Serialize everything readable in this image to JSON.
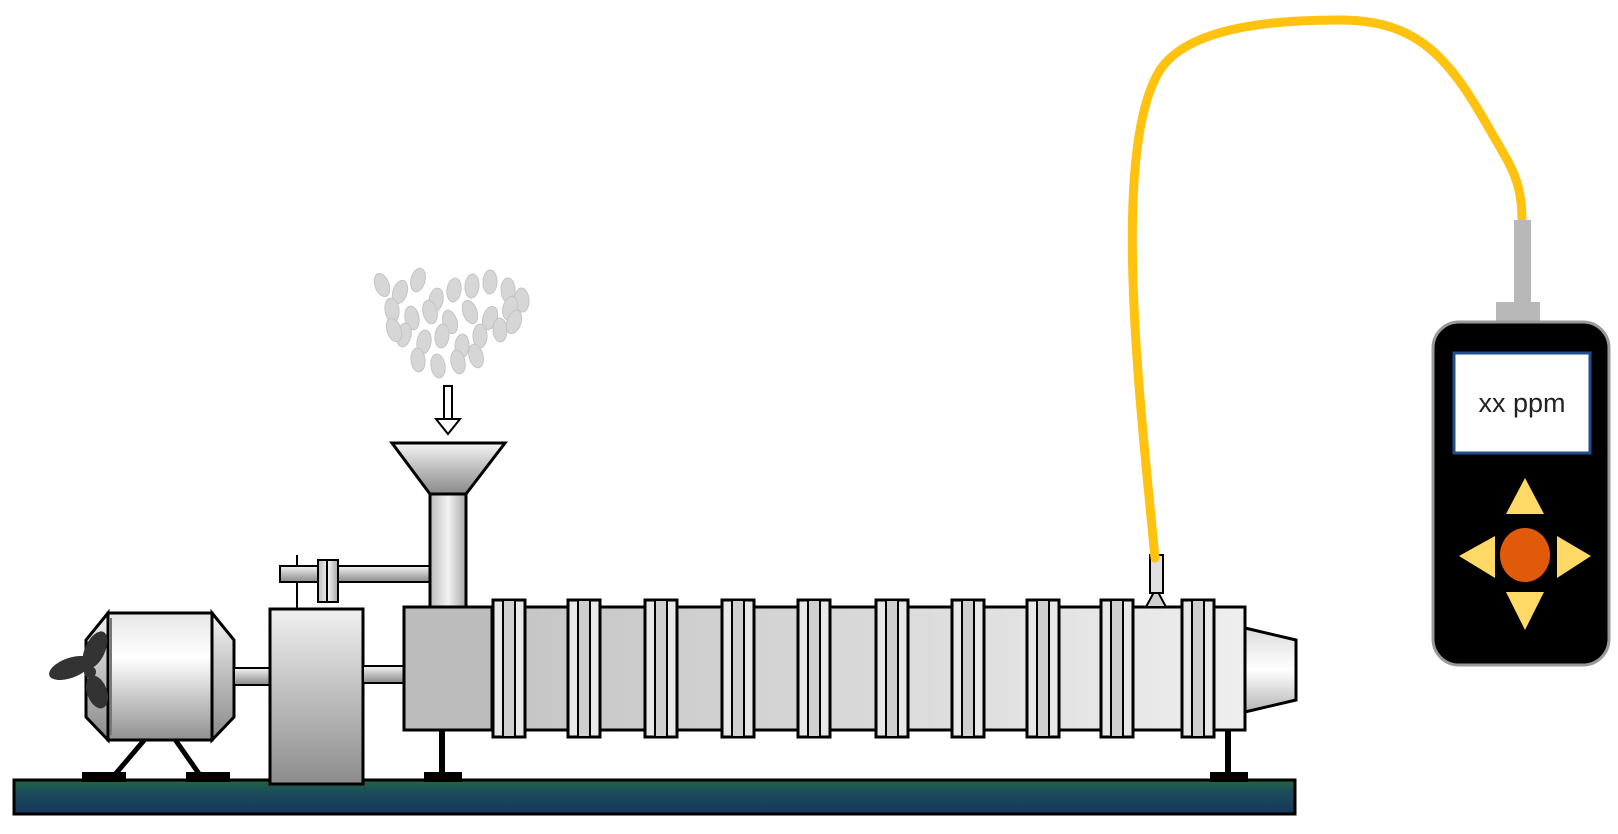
{
  "meter": {
    "display_text": "xx ppm",
    "center_button": "center-select-button",
    "arrow_buttons": [
      "up",
      "down",
      "left",
      "right"
    ]
  },
  "colors": {
    "cable": "#ffc20e",
    "meter_body": "#000000",
    "meter_screen_border": "#1f4e8c",
    "arrow": "#ffd966",
    "center_button": "#e05a0a",
    "base_top": "#1e6b3a",
    "base_bottom": "#17365d",
    "pellets": "#d3d3d3"
  }
}
